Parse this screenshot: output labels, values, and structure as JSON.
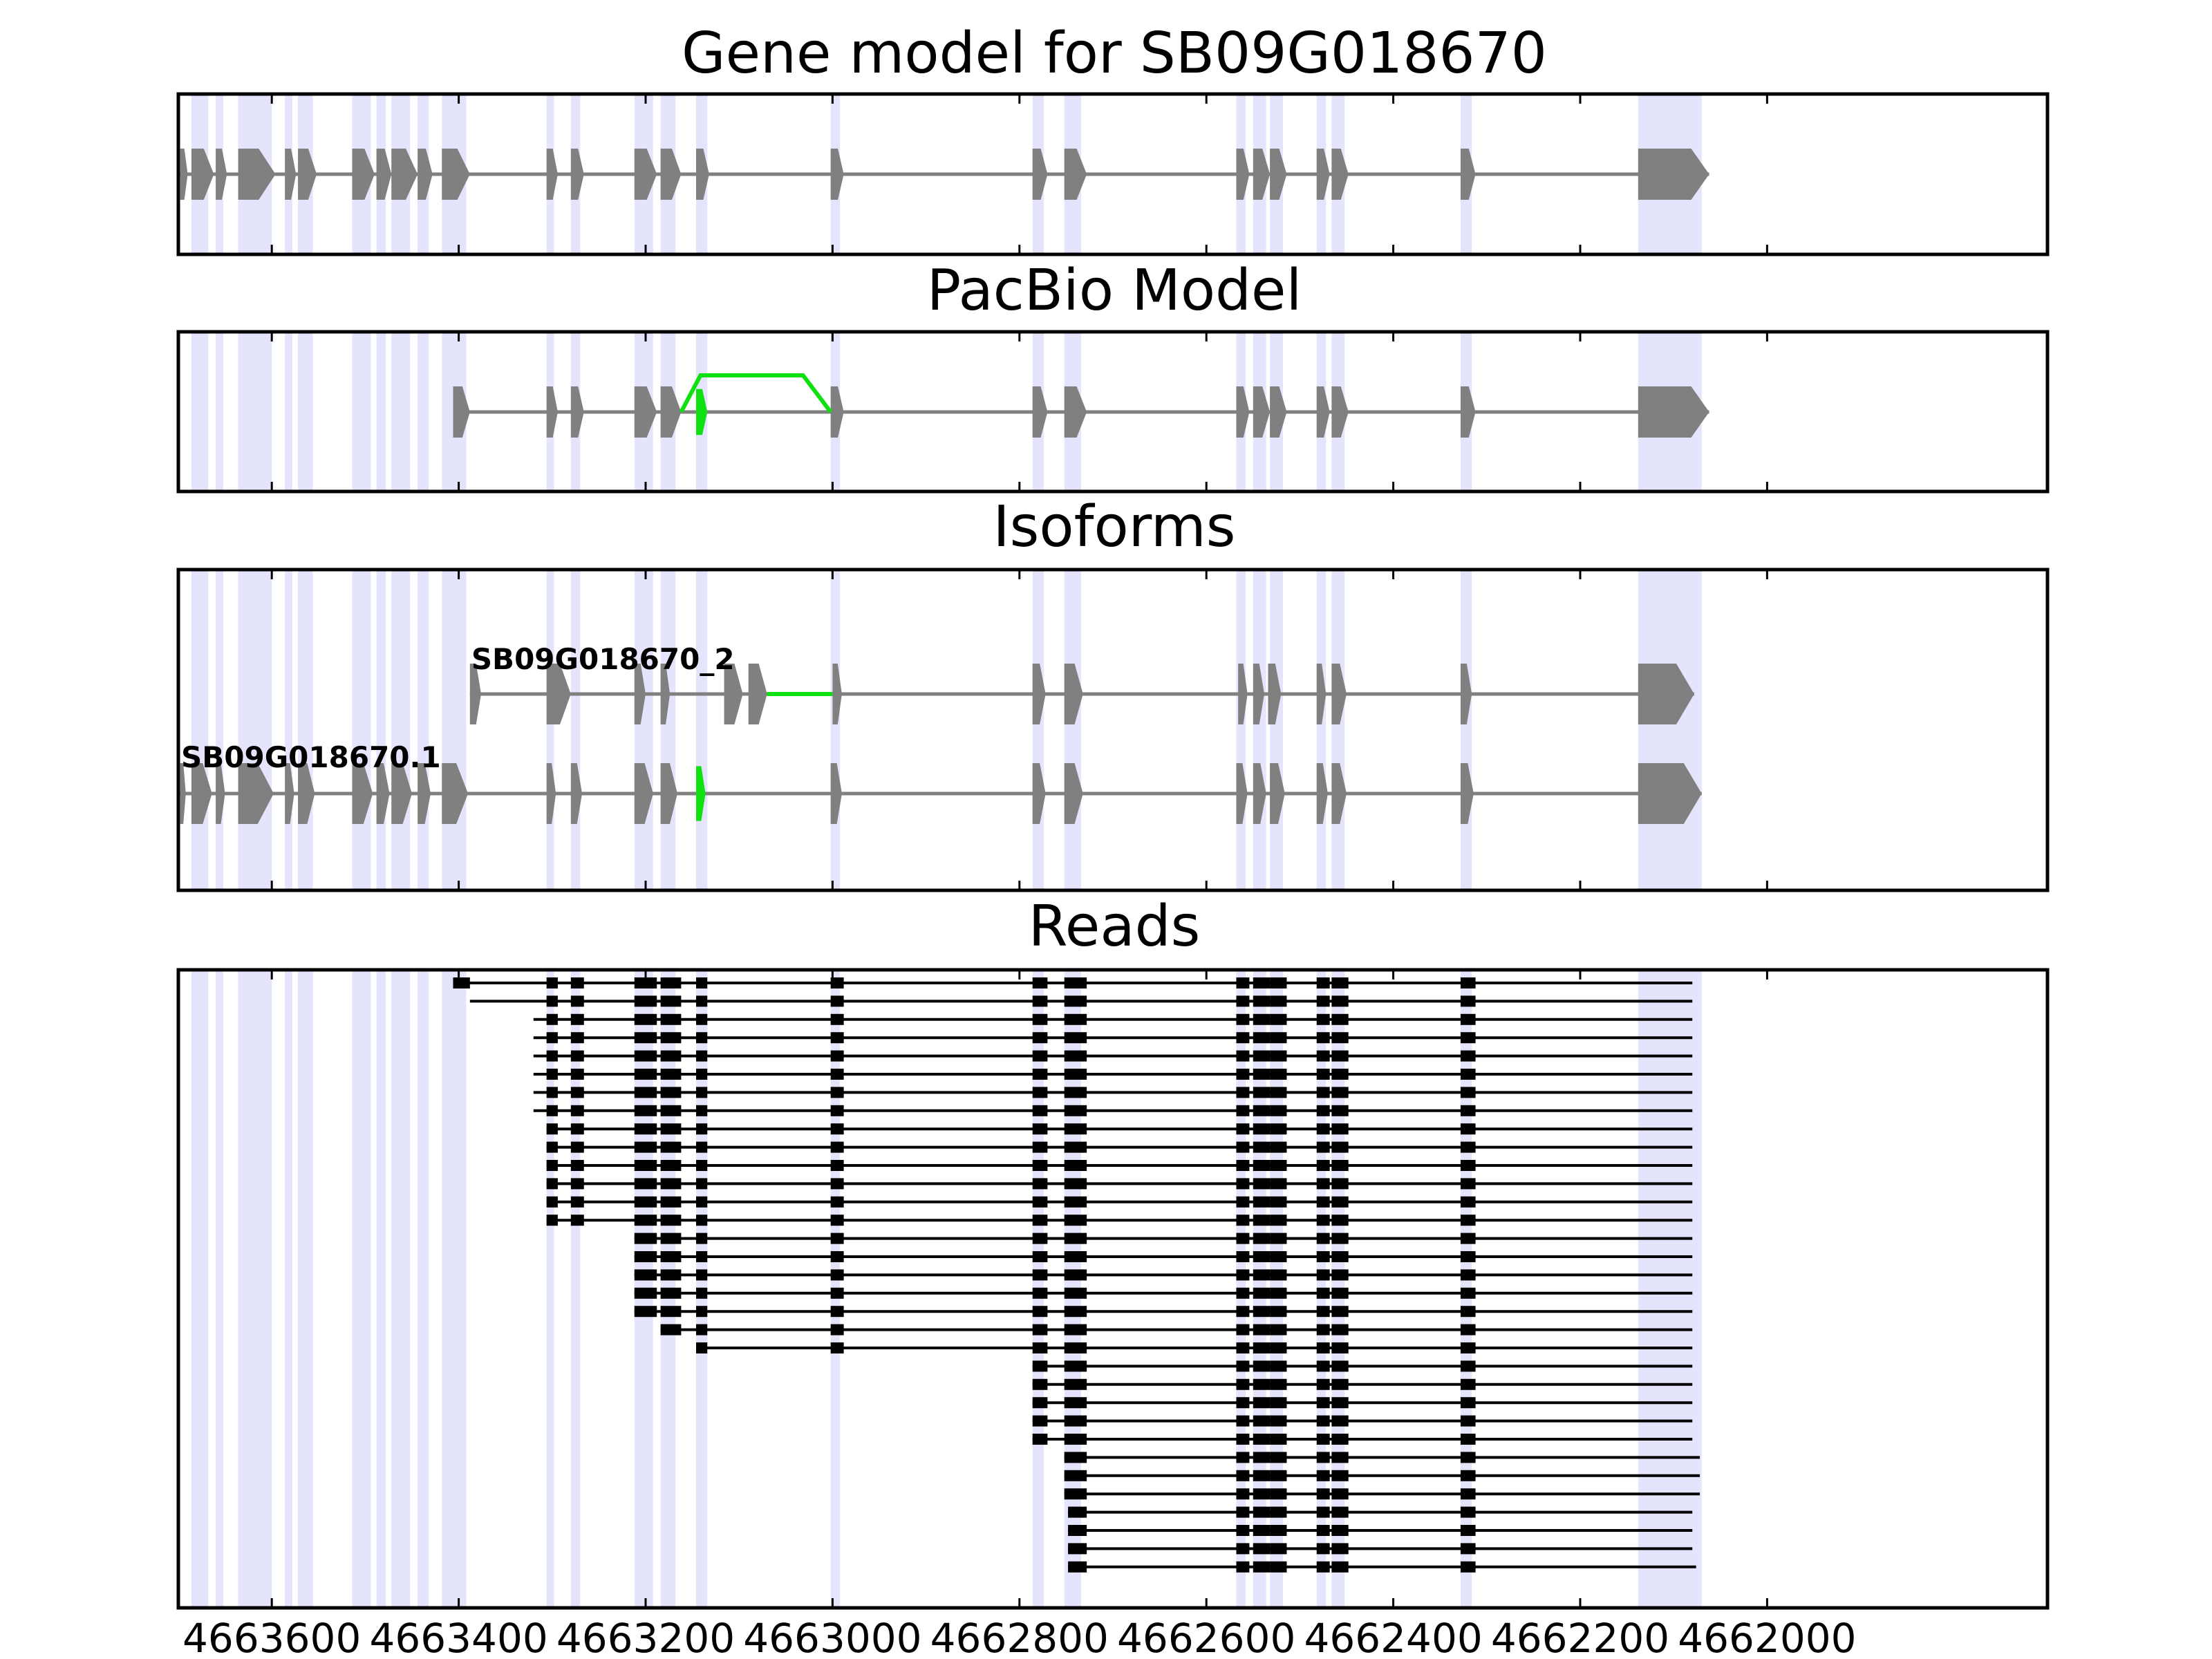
{
  "chart_data": {
    "type": "gene-structure",
    "direction": "reverse",
    "xlim": [
      4663700,
      4661700
    ],
    "colors": {
      "exon_band": "#e4e4fc",
      "feature": "#808080",
      "novel_feature": "#10e010",
      "read": "#000000",
      "frame": "#000000"
    },
    "x_ticks": [
      4663600,
      4663400,
      4663200,
      4663000,
      4662800,
      4662600,
      4662400,
      4662200,
      4662000
    ],
    "x_tick_labels": [
      "4663600",
      "4663400",
      "4663200",
      "4663000",
      "4662800",
      "4662600",
      "4662400",
      "4662200",
      "4662000"
    ],
    "exon_bands": [
      [
        4663686,
        4663668
      ],
      [
        4663660,
        4663652
      ],
      [
        4663636,
        4663600
      ],
      [
        4663586,
        4663578
      ],
      [
        4663572,
        4663556
      ],
      [
        4663514,
        4663494
      ],
      [
        4663488,
        4663478
      ],
      [
        4663472,
        4663452
      ],
      [
        4663444,
        4663432
      ],
      [
        4663418,
        4663392
      ],
      [
        4663306,
        4663298
      ],
      [
        4663280,
        4663270
      ],
      [
        4663212,
        4663192
      ],
      [
        4663184,
        4663168
      ],
      [
        4663146,
        4663134
      ],
      [
        4663002,
        4662992
      ],
      [
        4662786,
        4662774
      ],
      [
        4662752,
        4662734
      ],
      [
        4662568,
        4662558
      ],
      [
        4662550,
        4662536
      ],
      [
        4662532,
        4662518
      ],
      [
        4662482,
        4662472
      ],
      [
        4662466,
        4662452
      ],
      [
        4662328,
        4662316
      ],
      [
        4662138,
        4662070
      ]
    ],
    "panels": [
      {
        "title": "Gene model for SB09G018670",
        "tracks": [
          {
            "label": "",
            "exons": [
              [
                4663698,
                4663690
              ],
              [
                4663686,
                4663662
              ],
              [
                4663660,
                4663648
              ],
              [
                4663636,
                4663596
              ],
              [
                4663586,
                4663574
              ],
              [
                4663572,
                4663552
              ],
              [
                4663514,
                4663490
              ],
              [
                4663488,
                4663472
              ],
              [
                4663472,
                4663444
              ],
              [
                4663444,
                4663428
              ],
              [
                4663418,
                4663388
              ],
              [
                4663306,
                4663294
              ],
              [
                4663280,
                4663266
              ],
              [
                4663212,
                4663188
              ],
              [
                4663184,
                4663162
              ],
              [
                4663146,
                4663132
              ],
              [
                4663002,
                4662988
              ],
              [
                4662786,
                4662770
              ],
              [
                4662752,
                4662728
              ],
              [
                4662568,
                4662554
              ],
              [
                4662550,
                4662532
              ],
              [
                4662532,
                4662514
              ],
              [
                4662482,
                4662468
              ],
              [
                4662466,
                4662448
              ],
              [
                4662328,
                4662312
              ],
              [
                4662138,
                4662062
              ]
            ],
            "novel": []
          }
        ]
      },
      {
        "title": "PacBio Model",
        "tracks": [
          {
            "label": "",
            "exons": [
              [
                4663406,
                4663388
              ],
              [
                4663306,
                4663294
              ],
              [
                4663280,
                4663266
              ],
              [
                4663212,
                4663188
              ],
              [
                4663184,
                4663162
              ],
              [
                4663002,
                4662988
              ],
              [
                4662786,
                4662770
              ],
              [
                4662752,
                4662728
              ],
              [
                4662568,
                4662554
              ],
              [
                4662550,
                4662532
              ],
              [
                4662532,
                4662514
              ],
              [
                4662482,
                4662468
              ],
              [
                4662466,
                4662448
              ],
              [
                4662328,
                4662312
              ],
              [
                4662138,
                4662062
              ]
            ],
            "novel": [
              [
                4663146,
                4663134
              ]
            ],
            "skip_arc": [
              4663162,
              4663002
            ]
          }
        ]
      },
      {
        "title": "Isoforms",
        "tracks": [
          {
            "label": "SB09G018670_2",
            "exons": [
              [
                4663388,
                4663376
              ],
              [
                4663306,
                4663280
              ],
              [
                4663212,
                4663200
              ],
              [
                4663184,
                4663174
              ],
              [
                4663116,
                4663096
              ],
              [
                4663090,
                4663070
              ],
              [
                4663000,
                4662990
              ],
              [
                4662786,
                4662772
              ],
              [
                4662752,
                4662732
              ],
              [
                4662566,
                4662556
              ],
              [
                4662550,
                4662538
              ],
              [
                4662534,
                4662520
              ],
              [
                4662482,
                4662472
              ],
              [
                4662466,
                4662450
              ],
              [
                4662328,
                4662316
              ],
              [
                4662138,
                4662078
              ]
            ],
            "novel": [],
            "novel_intron": [
              4663070,
              4663000
            ]
          },
          {
            "label": "SB09G018670.1",
            "exons": [
              [
                4663698,
                4663692
              ],
              [
                4663686,
                4663664
              ],
              [
                4663660,
                4663650
              ],
              [
                4663636,
                4663598
              ],
              [
                4663586,
                4663576
              ],
              [
                4663572,
                4663554
              ],
              [
                4663514,
                4663492
              ],
              [
                4663488,
                4663474
              ],
              [
                4663472,
                4663450
              ],
              [
                4663444,
                4663430
              ],
              [
                4663418,
                4663390
              ],
              [
                4663306,
                4663296
              ],
              [
                4663280,
                4663268
              ],
              [
                4663212,
                4663192
              ],
              [
                4663184,
                4663166
              ],
              [
                4663002,
                4662990
              ],
              [
                4662786,
                4662772
              ],
              [
                4662752,
                4662732
              ],
              [
                4662568,
                4662556
              ],
              [
                4662550,
                4662536
              ],
              [
                4662532,
                4662516
              ],
              [
                4662482,
                4662470
              ],
              [
                4662466,
                4662450
              ],
              [
                4662328,
                4662314
              ],
              [
                4662138,
                4662070
              ]
            ],
            "novel": [
              [
                4663146,
                4663136
              ]
            ]
          }
        ]
      },
      {
        "title": "Reads",
        "read_rows": 33
      }
    ]
  }
}
